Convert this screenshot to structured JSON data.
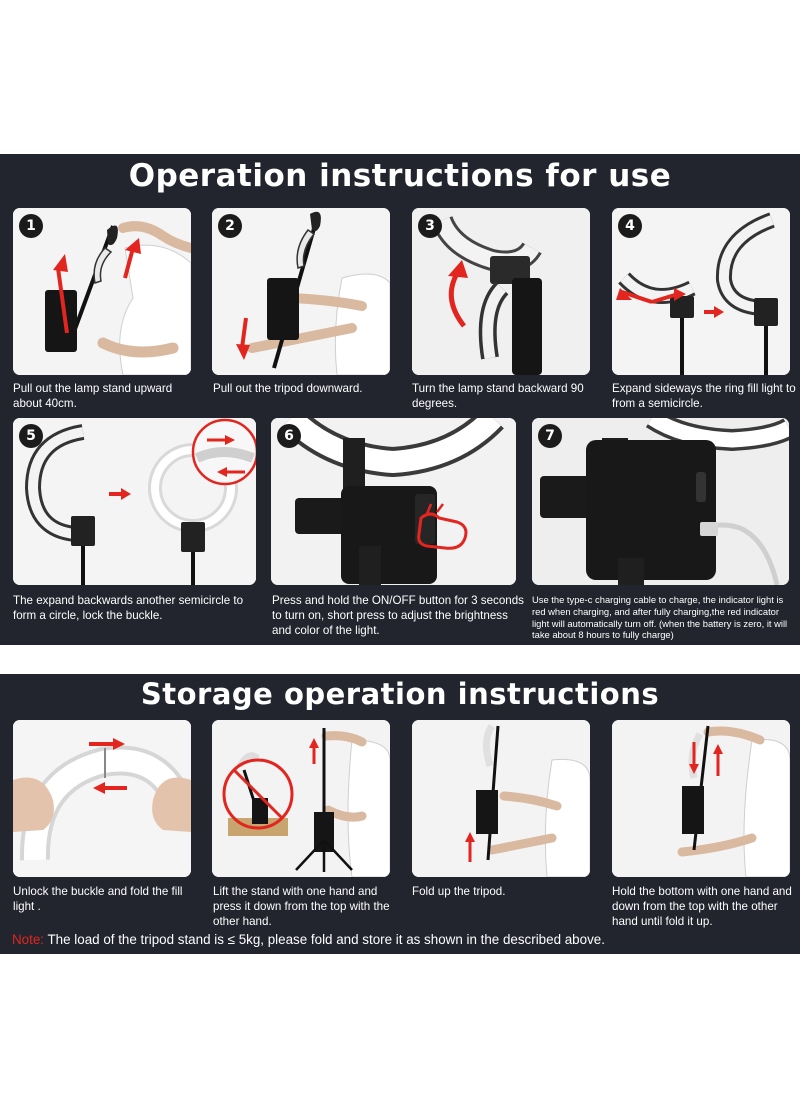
{
  "operation": {
    "title": "Operation instructions for use",
    "steps": [
      {
        "number": "1",
        "caption": "Pull out the lamp stand upward about 40cm."
      },
      {
        "number": "2",
        "caption": "Pull out the tripod downward."
      },
      {
        "number": "3",
        "caption": "Turn the lamp stand backward 90 degrees."
      },
      {
        "number": "4",
        "caption": "Expand sideways the ring fill light to from a semicircle."
      },
      {
        "number": "5",
        "caption": "The expand backwards another semicircle to form a circle, lock the buckle."
      },
      {
        "number": "6",
        "caption": "Press and hold the ON/OFF button for 3 seconds to turn on, short press to adjust the brightness and color of the light."
      },
      {
        "number": "7",
        "caption": "Use the type-c charging cable to charge, the indicator light is red when charging, and after fully charging,the red indicator light will automatically turn off. (when the battery is zero, it will take about 8 hours to fully charge)"
      }
    ]
  },
  "storage": {
    "title": "Storage operation instructions",
    "steps": [
      {
        "caption": "Unlock the buckle and fold the fill light ."
      },
      {
        "caption": "Lift the stand with one hand and press it down from the top with the other hand."
      },
      {
        "caption": "Fold up the tripod."
      },
      {
        "caption": "Hold the bottom with one hand and down from the top with the other hand until fold it up."
      }
    ]
  },
  "note": {
    "label": "Note:",
    "text": " The load of the tripod stand is ≤ 5kg, please fold and store it as shown in the described above."
  },
  "colors": {
    "panel": "#22252e",
    "arrow": "#e2261f",
    "card": "#ffffff"
  }
}
